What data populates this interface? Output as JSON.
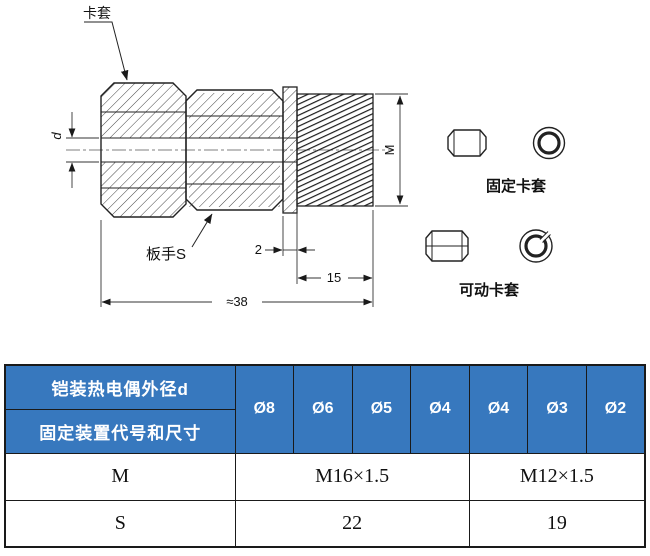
{
  "drawing": {
    "labels": {
      "ferrule_callout": "卡套",
      "wrench": "板手S",
      "fixed_ferrule": "固定卡套",
      "movable_ferrule": "可动卡套"
    },
    "dimensions": {
      "bore": "d",
      "thread": "M",
      "gap": "2",
      "thread_length": "15",
      "overall_length": "≈38"
    }
  },
  "table": {
    "header": {
      "row1": "铠装热电偶外径d",
      "row2": "固定装置代号和尺寸"
    },
    "diameters": [
      "Ø8",
      "Ø6",
      "Ø5",
      "Ø4",
      "Ø4",
      "Ø3",
      "Ø2"
    ],
    "rows": [
      {
        "label": "M",
        "group1": "M16×1.5",
        "group2": "M12×1.5"
      },
      {
        "label": "S",
        "group1": "22",
        "group2": "19"
      }
    ],
    "colors": {
      "header_bg": "#3778be",
      "header_text": "#ffffff",
      "border": "#1a1a1a"
    }
  }
}
